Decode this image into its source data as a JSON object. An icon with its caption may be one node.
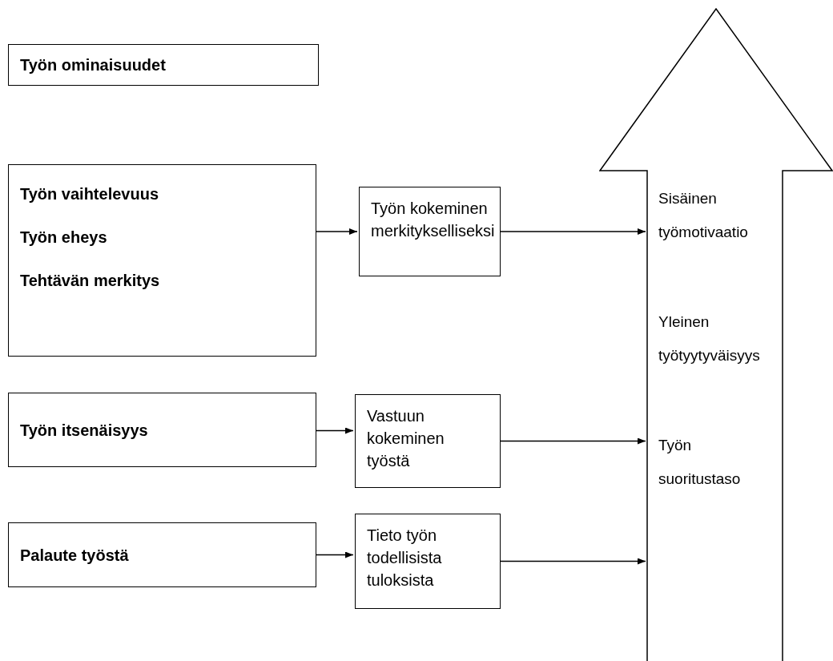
{
  "diagram": {
    "nodes": [
      {
        "text": [
          "Työn ominaisuudet"
        ]
      },
      {
        "text": [
          "Työn vaihtelevuus",
          "Työn eheys",
          "Tehtävän merkitys"
        ]
      },
      {
        "text": [
          "Työn kokeminen merkitykselliseksi"
        ]
      },
      {
        "text": [
          "Työn itsenäisyys"
        ]
      },
      {
        "text": [
          "Vastuun kokeminen työstä"
        ]
      },
      {
        "text": [
          "Palaute työstä"
        ]
      },
      {
        "text": [
          "Tieto työn todellisista tuloksista"
        ]
      },
      {
        "text": [
          "Sisäinen työmotivaatio",
          "Yleinen työtyytyväisyys",
          "Työn suoritustaso"
        ]
      }
    ],
    "edges": [
      {
        "from": 1,
        "to": 2,
        "arrow": "to"
      },
      {
        "from": 3,
        "to": 4,
        "arrow": "to"
      },
      {
        "from": 5,
        "to": 6,
        "arrow": "to"
      },
      {
        "from": 2,
        "to": 7,
        "arrow": "to"
      },
      {
        "from": 4,
        "to": 7,
        "arrow": "to"
      },
      {
        "from": 6,
        "to": 7,
        "arrow": "to"
      }
    ]
  }
}
